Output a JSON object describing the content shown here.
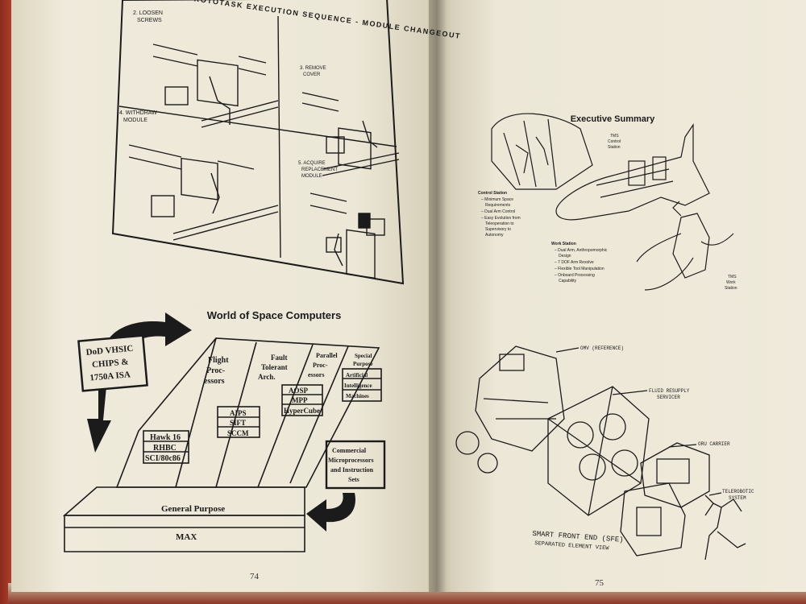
{
  "left_page": {
    "page_number": "74",
    "prototask": {
      "title": "PROTOTASK EXECUTION SEQUENCE - MODULE CHANGEOUT",
      "panels": [
        {
          "label_line1": "2. LOOSEN",
          "label_line2": "SCREWS"
        },
        {
          "label_line1": "3. REMOVE",
          "label_line2": "COVER"
        },
        {
          "label_line1": "4. WITHDRAW",
          "label_line2": "MODULE"
        },
        {
          "label_line1": "5. ACQUIRE",
          "label_line2": "REPLACEMENT",
          "label_line3": "MODULE"
        }
      ]
    },
    "world": {
      "title": "World of Space Computers",
      "dod_line1": "DoD VHSIC",
      "dod_line2": "CHIPS &",
      "dod_line3": "1750A ISA",
      "flight_line1": "Flight",
      "flight_line2": "Proc-",
      "flight_line3": "essors",
      "fault_line1": "Fault",
      "fault_line2": "Tolerant",
      "fault_line3": "Arch.",
      "parallel_line1": "Parallel",
      "parallel_line2": "Proc-",
      "parallel_line3": "essors",
      "special_line1": "Special",
      "special_line2": "Purpose",
      "ai_line1": "Artificial",
      "ai_line2": "Intelligence",
      "ai_line3": "Machines",
      "aosp": "AOSP",
      "mpp": "MPP",
      "hypercube": "HyperCube",
      "aips": "AIPS",
      "sift": "SIFT",
      "sccm": "SCCM",
      "hawk": "Hawk 16",
      "rhbc": "RHBC",
      "sci": "SCI/80c86",
      "commercial_line1": "Commercial",
      "commercial_line2": "Microprocessors",
      "commercial_line3": "and Instruction",
      "commercial_line4": "Sets",
      "general_purpose": "General Purpose",
      "max": "MAX"
    }
  },
  "right_page": {
    "page_number": "75",
    "executive": {
      "title": "Executive Summary",
      "tms_control_line1": "TMS",
      "tms_control_line2": "Control",
      "tms_control_line3": "Station",
      "control_station_heading": "Control Station",
      "cs_bullet1_line1": "– Minimum Space",
      "cs_bullet1_line2": "Requirements",
      "cs_bullet2": "– Dual Arm Control",
      "cs_bullet3_line1": "– Easy Evolution from",
      "cs_bullet3_line2": "Teleoperation to",
      "cs_bullet3_line3": "Supervisory to",
      "cs_bullet3_line4": "Autonomy",
      "work_station_heading": "Work Station",
      "ws_bullet1_line1": "– Dual Arm, Anthropomorphic",
      "ws_bullet1_line2": "Design",
      "ws_bullet2": "– 7 DOF Arm Resolve",
      "ws_bullet3": "– Flexible Tool Manipulation",
      "ws_bullet4_line1": "– Onboard Processing",
      "ws_bullet4_line2": "Capability",
      "tms_work_line1": "TMS",
      "tms_work_line2": "Work",
      "tms_work_line3": "Station"
    },
    "sfe": {
      "omv": "OMV (REFERENCE)",
      "fluid_line1": "FLUID RESUPPLY",
      "fluid_line2": "SERVICER",
      "oru": "ORU CARRIER",
      "telerobotic_line1": "TELEROBOTIC",
      "telerobotic_line2": "SYSTEM",
      "caption_line1": "SMART FRONT END (SFE)",
      "caption_line2": "SEPARATED ELEMENT VIEW"
    }
  },
  "colors": {
    "paper": "#ece7d6",
    "ink": "#1b1b1b",
    "book_edge": "#b2402c",
    "background": "#3a3837"
  }
}
